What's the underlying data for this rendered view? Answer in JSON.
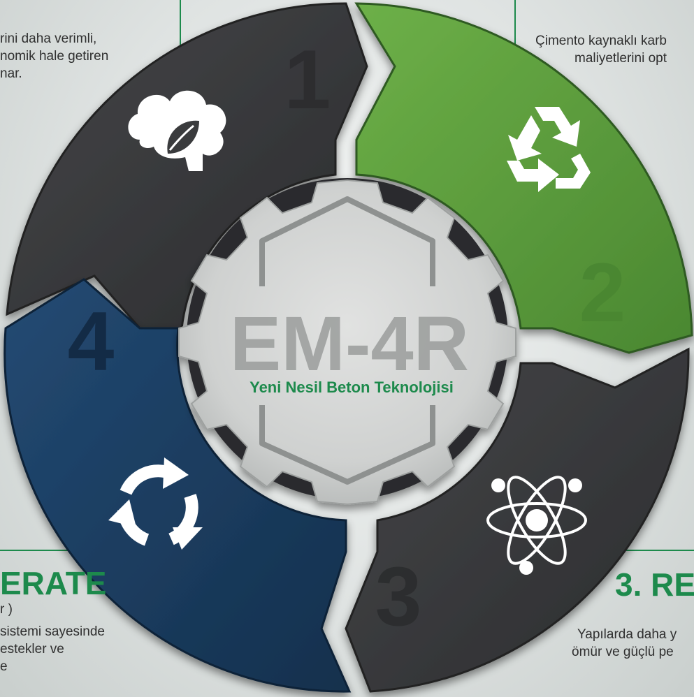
{
  "diagram": {
    "center_title": "EM-4R",
    "center_subtitle": "Yeni Nesil Beton Teknolojisi",
    "segments": [
      {
        "number": "1",
        "color": "#3a3b3d",
        "icon": "cloud-leaf-icon"
      },
      {
        "number": "2",
        "color": "#5a9c3c",
        "icon": "recycle-icon"
      },
      {
        "number": "3",
        "color": "#3a3b3d",
        "icon": "atom-icon"
      },
      {
        "number": "4",
        "color": "#1c3a5c",
        "icon": "cycle-arrows-icon"
      }
    ]
  },
  "text_1": {
    "lines": [
      "rini daha verimli,",
      "nomik hale getiren",
      "nar."
    ]
  },
  "text_2": {
    "lines": [
      "Çimento kaynaklı karb",
      "maliyetlerini opt"
    ]
  },
  "text_3": {
    "heading": "3. RE",
    "lines": [
      "Yapılarda daha y",
      "ömür ve güçlü pe"
    ]
  },
  "text_4": {
    "heading": "ERATE",
    "sub": "r )",
    "lines": [
      "sistemi sayesinde",
      "estekler ve",
      "e"
    ]
  },
  "colors": {
    "accent_green": "#1d8a4c",
    "dark_segment": "#3a3b3d",
    "green_segment": "#5a9c3c",
    "blue_segment": "#1c3a5c",
    "center_stone": "#cfd1d0"
  }
}
